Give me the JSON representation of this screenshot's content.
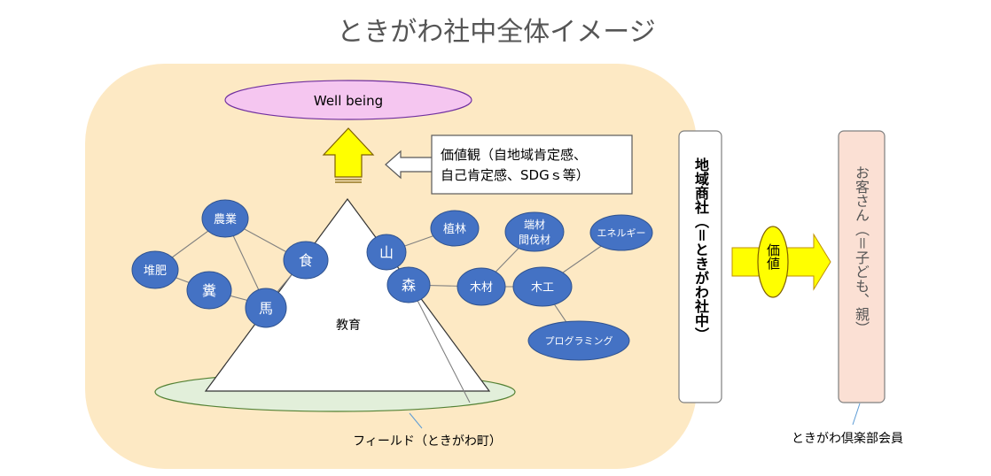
{
  "title": "ときがわ社中全体イメージ",
  "top_goal": "Well being",
  "values_callout": {
    "line1": "価値観（自地域肯定感、",
    "line2": "自己肯定感、SDGｓ等）"
  },
  "education": "教育",
  "field": "フィールド（ときがわ町）",
  "nodes": {
    "nougyou": "農業",
    "taihi": "堆肥",
    "fun": "糞",
    "uma": "馬",
    "shoku": "食",
    "yama": "山",
    "mori": "森",
    "shokurin": "植林",
    "hazai_line1": "端材",
    "hazai_line2": "間伐材",
    "mokuzai": "木材",
    "mokkou": "木工",
    "energy": "エネルギー",
    "programming": "プログラミング"
  },
  "chiiki_shosha": "地域商社（＝ときがわ社中）",
  "value_label": "価値",
  "customer": "お客さん（＝子ども、親）",
  "club_member": "ときがわ倶楽部会員",
  "colors": {
    "field_bg": "#fde9c4",
    "node_fill": "#4472c4",
    "node_stroke": "#2f528f",
    "goal_fill": "#f5c6f0",
    "field_ellipse": "#e2efda",
    "arrow_yellow": "#ffff00",
    "customer_fill": "#fbe0d4"
  }
}
